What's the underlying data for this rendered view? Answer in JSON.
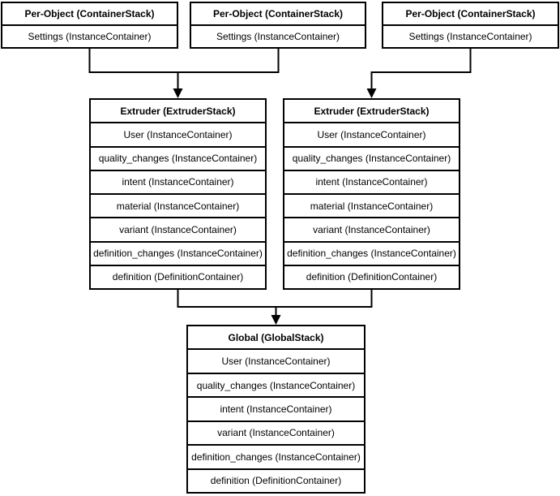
{
  "colors": {
    "border": "#000000",
    "background": "#ffffff",
    "text": "#000000"
  },
  "diagram": {
    "per_object_stacks": [
      {
        "title": "Per-Object (ContainerStack)",
        "rows": [
          "Settings (InstanceContainer)"
        ]
      },
      {
        "title": "Per-Object (ContainerStack)",
        "rows": [
          "Settings (InstanceContainer)"
        ]
      },
      {
        "title": "Per-Object (ContainerStack)",
        "rows": [
          "Settings (InstanceContainer)"
        ]
      }
    ],
    "extruder_stacks": [
      {
        "title": "Extruder (ExtruderStack)",
        "rows": [
          "User (InstanceContainer)",
          "quality_changes (InstanceContainer)",
          "intent (InstanceContainer)",
          "material (InstanceContainer)",
          "variant (InstanceContainer)",
          "definition_changes (InstanceContainer)",
          "definition (DefinitionContainer)"
        ]
      },
      {
        "title": "Extruder (ExtruderStack)",
        "rows": [
          "User (InstanceContainer)",
          "quality_changes (InstanceContainer)",
          "intent (InstanceContainer)",
          "material (InstanceContainer)",
          "variant (InstanceContainer)",
          "definition_changes (InstanceContainer)",
          "definition (DefinitionContainer)"
        ]
      }
    ],
    "global_stack": {
      "title": "Global (GlobalStack)",
      "rows": [
        "User (InstanceContainer)",
        "quality_changes (InstanceContainer)",
        "intent (InstanceContainer)",
        "variant (InstanceContainer)",
        "definition_changes (InstanceContainer)",
        "definition (DefinitionContainer)"
      ]
    }
  }
}
